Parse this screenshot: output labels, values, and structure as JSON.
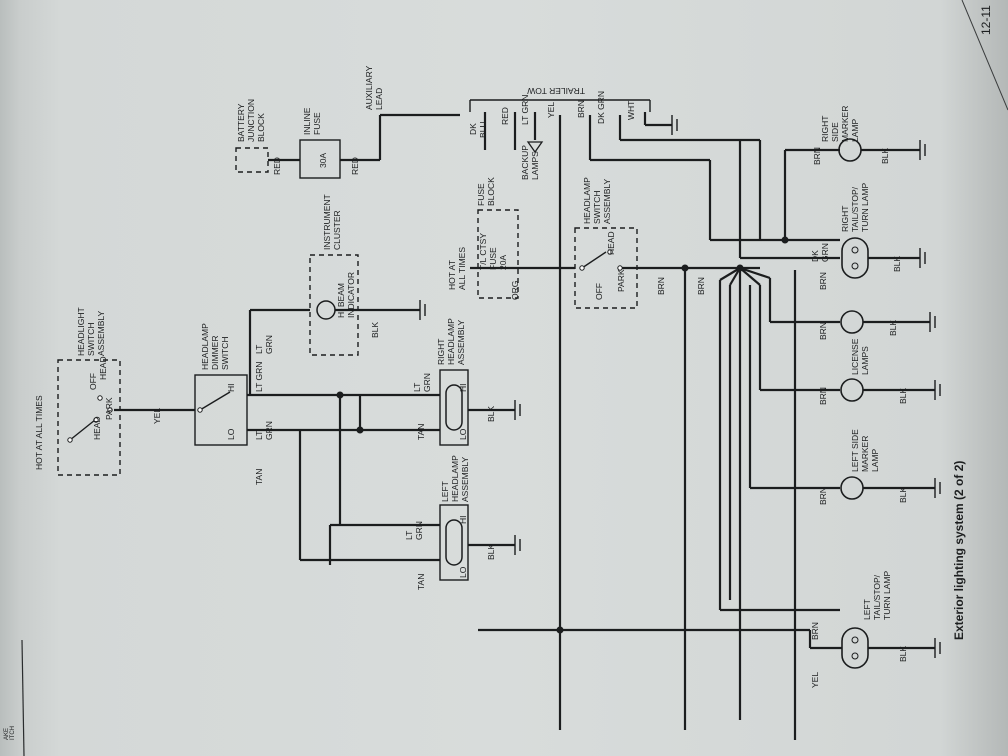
{
  "page": {
    "number": "12-11",
    "caption": "Exterior lighting system (2 of 2)",
    "margin_text": [
      "AKE",
      "ITCH"
    ]
  },
  "components": {
    "headlight_switch": [
      "HEADLIGHT",
      "SWITCH",
      "ASSEMBLY"
    ],
    "hot_at_all_times_1": "HOT AT ALL TIMES",
    "dimmer_switch": [
      "HEADLAMP",
      "DIMMER",
      "SWITCH"
    ],
    "hi_beam_indicator": [
      "HI BEAM",
      "INDICATOR"
    ],
    "instrument_cluster": [
      "INSTRUMENT",
      "CLUSTER"
    ],
    "right_headlamp": [
      "RIGHT",
      "HEADLAMP",
      "ASSEMBLY"
    ],
    "left_headlamp": [
      "LEFT",
      "HEADLAMP",
      "ASSEMBLY"
    ],
    "battery_junction": [
      "BATTERY",
      "JUNCTION",
      "BLOCK"
    ],
    "inline_fuse": [
      "INLINE",
      "FUSE"
    ],
    "inline_fuse_rating": "30A",
    "auxiliary_lead": [
      "AUXILIARY",
      "LEAD"
    ],
    "trailer_tow": "TRAILER TOW",
    "fuse_block": [
      "FUSE",
      "BLOCK"
    ],
    "hot_at_all_times_2": [
      "HOT AT",
      "ALL TIMES"
    ],
    "tl_ctsy_fuse": [
      "T/L CTSY",
      "FUSE",
      "20A"
    ],
    "backup_lamps": [
      "BACKUP",
      "LAMPS"
    ],
    "headlamp_switch_assembly": [
      "HEADLAMP",
      "SWITCH",
      "ASSEMBLY"
    ],
    "right_tail_stop_turn": [
      "RIGHT",
      "TAIL/STOP/",
      "TURN LAMP"
    ],
    "right_side_marker": [
      "RIGHT",
      "SIDE",
      "MARKER",
      "LAMP"
    ],
    "license_lamps": [
      "LICENSE",
      "LAMPS"
    ],
    "left_side_marker": [
      "LEFT SIDE",
      "MARKER",
      "LAMP"
    ],
    "left_tail_stop_turn": [
      "LEFT",
      "TAIL/STOP/",
      "TURN LAMP"
    ]
  },
  "switch_positions": {
    "head": "HEAD",
    "park": "PARK",
    "off": "OFF",
    "hi": "HI",
    "lo": "LO"
  },
  "wire_colors": {
    "yel": "YEL",
    "tan": "TAN",
    "lt_grn": "LT GRN",
    "lt": "LT",
    "grn": "GRN",
    "blk": "BLK",
    "brn": "BRN",
    "red": "RED",
    "dk": "DK",
    "blu": "BLU",
    "dk_grn": "DK GRN",
    "wht": "WHT",
    "org": "ORG"
  },
  "colors": {
    "paper": "#d8dcdb",
    "ink": "#1b1d1e"
  }
}
